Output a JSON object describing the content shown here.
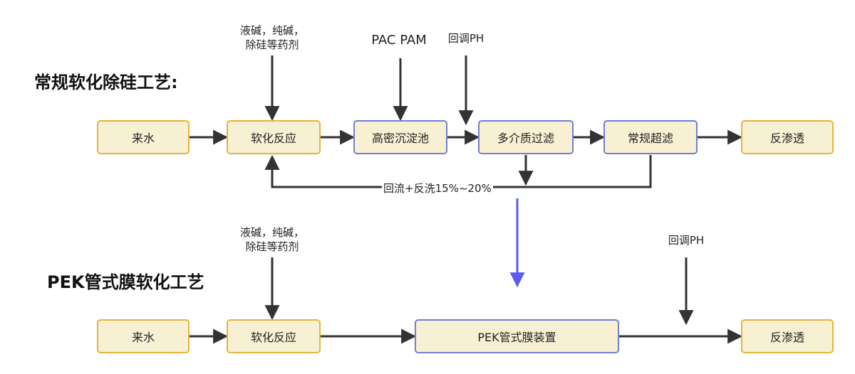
{
  "colors": {
    "node_fill": "#f8f0d3",
    "node_border_orange": "#e8b43a",
    "node_border_blue": "#6f7fd6",
    "arrow": "#333333",
    "transition_arrow": "#5b5bf0"
  },
  "top": {
    "title": "常规软化除硅工艺:",
    "nodes": {
      "inflow": "来水",
      "softening": "软化反应",
      "sedimentation": "高密沉淀池",
      "multimedia_filter": "多介质过滤",
      "uf": "常规超滤",
      "ro": "反渗透"
    },
    "inputs": {
      "chemicals_line1": "液碱，纯碱，",
      "chemicals_line2": "除硅等药剂",
      "pac_pam": "PAC PAM",
      "ph_adjust": "回调PH"
    },
    "return_label": "回流+反洗15%~20%"
  },
  "bottom": {
    "title": "PEK管式膜软化工艺",
    "nodes": {
      "inflow": "来水",
      "softening": "软化反应",
      "pek_unit": "PEK管式膜装置",
      "ro": "反渗透"
    },
    "inputs": {
      "chemicals_line1": "液碱，纯碱，",
      "chemicals_line2": "除硅等药剂",
      "ph_adjust": "回调PH"
    }
  }
}
